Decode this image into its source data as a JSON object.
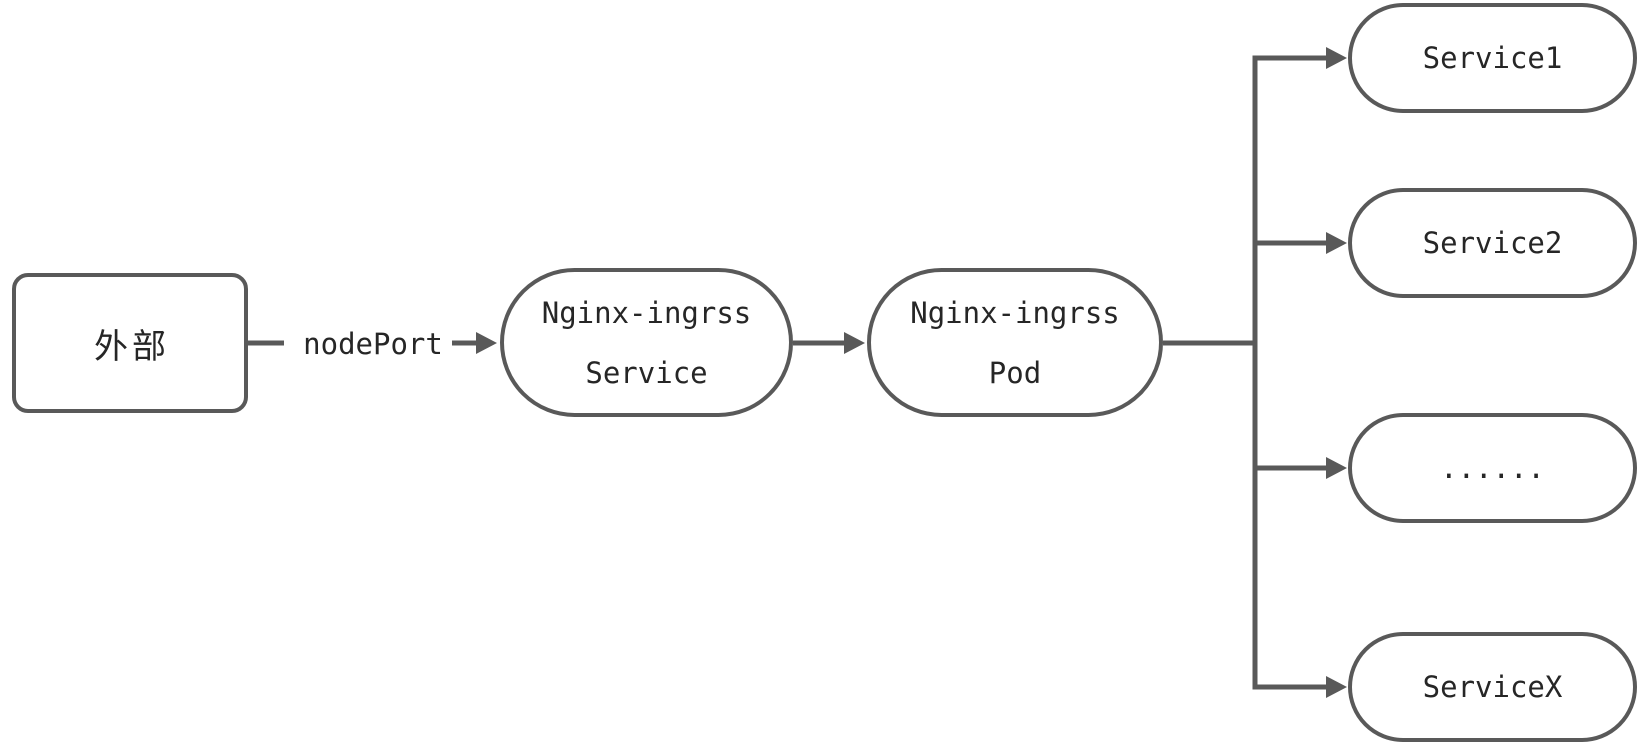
{
  "diagram": {
    "colors": {
      "stroke": "#595959",
      "text": "#262626",
      "background": "#ffffff"
    },
    "nodes": {
      "external": {
        "label": "外部",
        "shape": "rounded-rectangle"
      },
      "nginx_service": {
        "line1": "Nginx-ingrss",
        "line2": "Service",
        "shape": "stadium"
      },
      "nginx_pod": {
        "line1": "Nginx-ingrss",
        "line2": "Pod",
        "shape": "stadium"
      },
      "service1": {
        "label": "Service1",
        "shape": "stadium"
      },
      "service2": {
        "label": "Service2",
        "shape": "stadium"
      },
      "ellipsis": {
        "label": "......",
        "shape": "stadium"
      },
      "servicex": {
        "label": "ServiceX",
        "shape": "stadium"
      }
    },
    "edges": [
      {
        "from": "external",
        "to": "nginx_service",
        "label": "nodePort"
      },
      {
        "from": "nginx_service",
        "to": "nginx_pod",
        "label": ""
      },
      {
        "from": "nginx_pod",
        "to": "service1",
        "label": ""
      },
      {
        "from": "nginx_pod",
        "to": "service2",
        "label": ""
      },
      {
        "from": "nginx_pod",
        "to": "ellipsis",
        "label": ""
      },
      {
        "from": "nginx_pod",
        "to": "servicex",
        "label": ""
      }
    ]
  }
}
